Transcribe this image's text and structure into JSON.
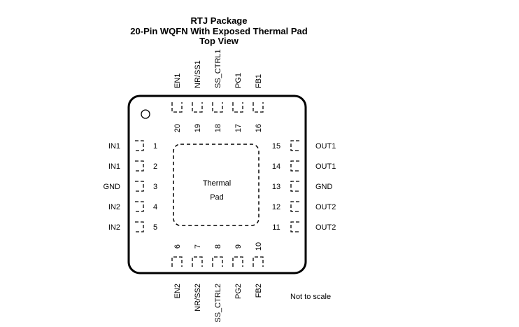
{
  "title": {
    "line1": "RTJ Package",
    "line2": "20-Pin WQFN With Exposed Thermal Pad",
    "line3": "Top View"
  },
  "thermal_pad": {
    "line1": "Thermal",
    "line2": "Pad"
  },
  "note": "Not to scale",
  "pins": {
    "left": [
      {
        "num": "1",
        "name": "IN1"
      },
      {
        "num": "2",
        "name": "IN1"
      },
      {
        "num": "3",
        "name": "GND"
      },
      {
        "num": "4",
        "name": "IN2"
      },
      {
        "num": "5",
        "name": "IN2"
      }
    ],
    "bottom": [
      {
        "num": "6",
        "name": "EN2"
      },
      {
        "num": "7",
        "name": "NR/SS2"
      },
      {
        "num": "8",
        "name": "SS_CTRL2"
      },
      {
        "num": "9",
        "name": "PG2"
      },
      {
        "num": "10",
        "name": "FB2"
      }
    ],
    "right": [
      {
        "num": "11",
        "name": "OUT2"
      },
      {
        "num": "12",
        "name": "OUT2"
      },
      {
        "num": "13",
        "name": "GND"
      },
      {
        "num": "14",
        "name": "OUT1"
      },
      {
        "num": "15",
        "name": "OUT1"
      }
    ],
    "top": [
      {
        "num": "16",
        "name": "FB1"
      },
      {
        "num": "17",
        "name": "PG1"
      },
      {
        "num": "18",
        "name": "SS_CTRL1"
      },
      {
        "num": "19",
        "name": "NR/SS1"
      },
      {
        "num": "20",
        "name": "EN1"
      }
    ]
  }
}
